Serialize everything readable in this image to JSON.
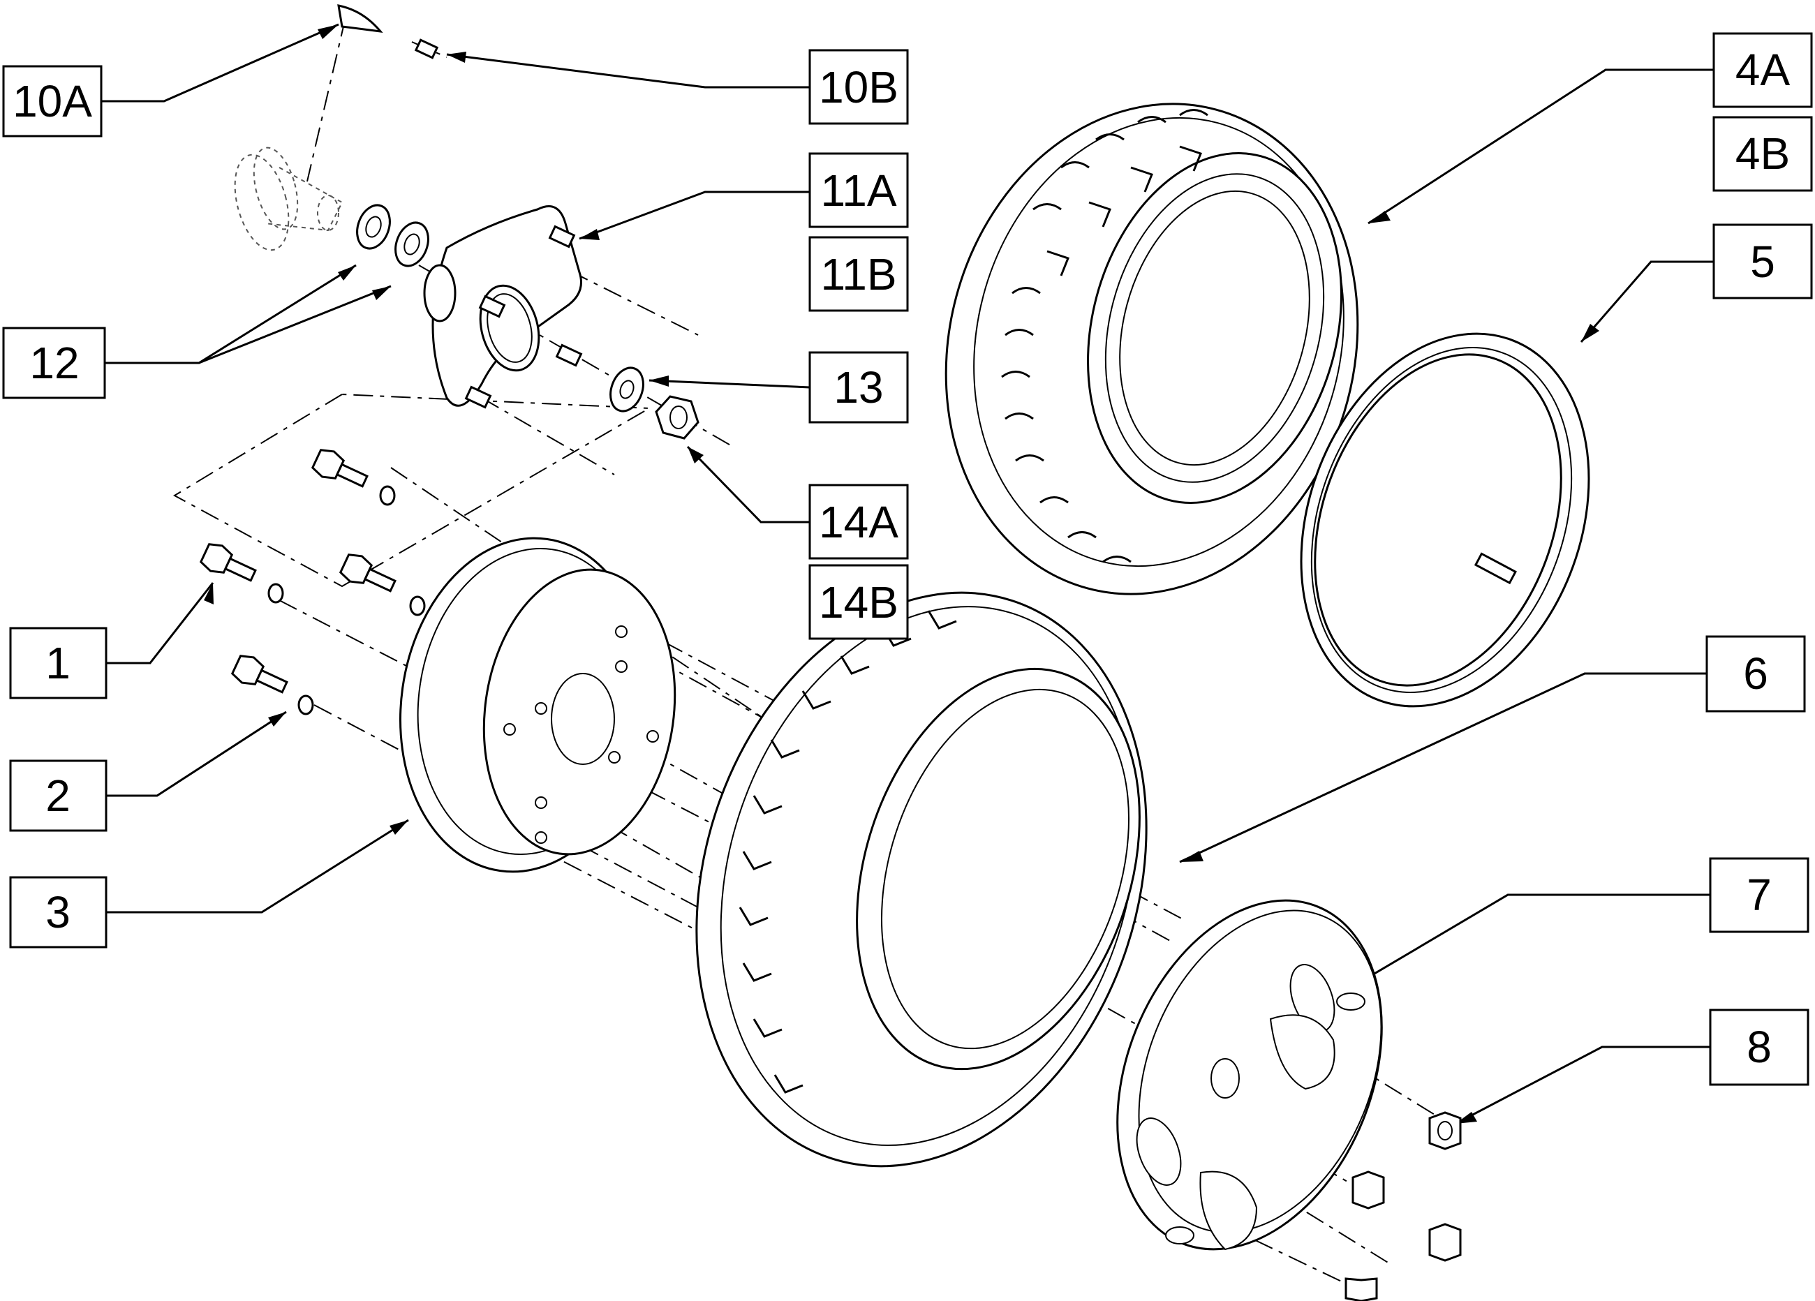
{
  "callouts": [
    {
      "id": "10A",
      "label": "10A"
    },
    {
      "id": "10B",
      "label": "10B"
    },
    {
      "id": "11A",
      "label": "11A"
    },
    {
      "id": "11B",
      "label": "11B"
    },
    {
      "id": "12",
      "label": "12"
    },
    {
      "id": "13",
      "label": "13"
    },
    {
      "id": "14A",
      "label": "14A"
    },
    {
      "id": "14B",
      "label": "14B"
    },
    {
      "id": "1",
      "label": "1"
    },
    {
      "id": "2",
      "label": "2"
    },
    {
      "id": "3",
      "label": "3"
    },
    {
      "id": "4A",
      "label": "4A"
    },
    {
      "id": "4B",
      "label": "4B"
    },
    {
      "id": "5",
      "label": "5"
    },
    {
      "id": "6",
      "label": "6"
    },
    {
      "id": "7",
      "label": "7"
    },
    {
      "id": "8",
      "label": "8"
    }
  ]
}
